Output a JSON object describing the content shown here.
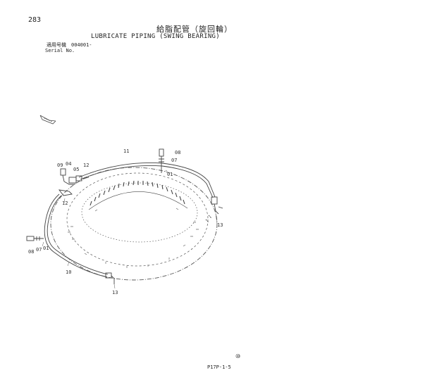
{
  "header": {
    "page_number": "283",
    "title_jp": "給脂配管（旋回輪）",
    "title_en": "LUBRICATE PIPING (SWING BEARING)",
    "serial_label_jp": "適用号機",
    "serial_value": "004001-",
    "serial_label_en": "Serial No."
  },
  "diagram": {
    "callouts": [
      {
        "id": "c11",
        "text": "11"
      },
      {
        "id": "c08a",
        "text": "08"
      },
      {
        "id": "c07a",
        "text": "07"
      },
      {
        "id": "c01a",
        "text": "01"
      },
      {
        "id": "c09",
        "text": "09"
      },
      {
        "id": "c04",
        "text": "04"
      },
      {
        "id": "c05",
        "text": "05"
      },
      {
        "id": "c12a",
        "text": "12"
      },
      {
        "id": "c12b",
        "text": "12"
      },
      {
        "id": "c13a",
        "text": "13"
      },
      {
        "id": "c08b",
        "text": "08"
      },
      {
        "id": "c07b",
        "text": "07"
      },
      {
        "id": "c01b",
        "text": "01"
      },
      {
        "id": "c10",
        "text": "10"
      },
      {
        "id": "c13b",
        "text": "13"
      }
    ]
  },
  "footer": {
    "code": "P17P-1-5",
    "mark": "⑩"
  }
}
